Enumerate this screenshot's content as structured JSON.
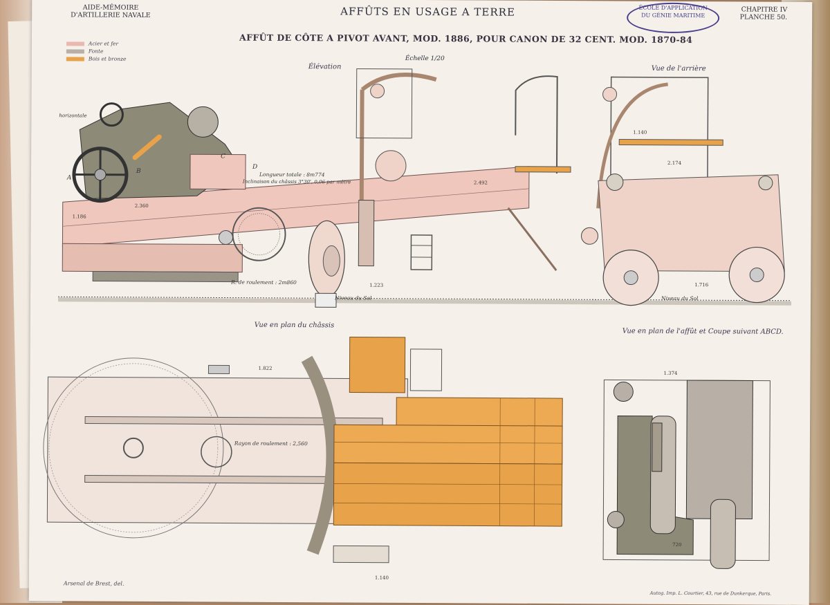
{
  "header": {
    "left_line1": "AIDE-MÉMOIRE",
    "left_line2": "D'ARTILLERIE NAVALE",
    "title": "AFFÛTS EN USAGE A TERRE",
    "chapter": "CHAPITRE IV",
    "plate": "PLANCHE 50."
  },
  "stamp": {
    "line1": "ÉCOLE D'APPLICATION",
    "line2": "DU GÉNIE MARITIME"
  },
  "subtitle": "AFFÛT DE CÔTE A PIVOT AVANT, MOD. 1886, POUR CANON DE 32 CENT. MOD. 1870-84",
  "scale": "Échelle 1/20",
  "legend": [
    {
      "label": "Acier et fer",
      "color": "#e9b9b0"
    },
    {
      "label": "Fonte",
      "color": "#b8b0a6"
    },
    {
      "label": "Bois et bronze",
      "color": "#e8a34a"
    }
  ],
  "views": {
    "elevation": "Élévation",
    "rear": "Vue de l'arrière",
    "plan_chassis": "Vue en plan du châssis",
    "plan_affut": "Vue en plan de l'affût et Coupe suivant ABCD."
  },
  "annotations": {
    "longueur": "Longueur totale : 8m774",
    "inclinaison": "Inclinaison du châssis 3°30', 0,06 par mètre",
    "roulement_elev": "R. de roulement : 2m860",
    "roulement_plan": "Rayon de roulement : 2,560",
    "niveau_sol_left": "Niveau du Sol",
    "niveau_sol_right": "Niveau du Sol",
    "horizontale": "horizontale",
    "dim_2360": "2.360",
    "dim_1186": "1.186",
    "dim_1223": "1.223",
    "dim_2492": "2.492",
    "dim_1716": "1.716",
    "dim_2174": "2.174",
    "dim_1140": "1.140",
    "dim_720": "720",
    "dim_1374": "1.374",
    "dim_1822": "1.822",
    "letter_a": "A",
    "letter_b": "B",
    "letter_c": "C",
    "letter_d": "D"
  },
  "footer": {
    "left": "Arsenal de Brest, del.",
    "right": "Autog. Imp. L. Courtier, 43, rue de Dunkerque, Paris."
  },
  "colors": {
    "steel": "#e9b9b0",
    "cast_iron": "#8e8a78",
    "wood": "#e8a34a",
    "ink": "#3a3040"
  }
}
